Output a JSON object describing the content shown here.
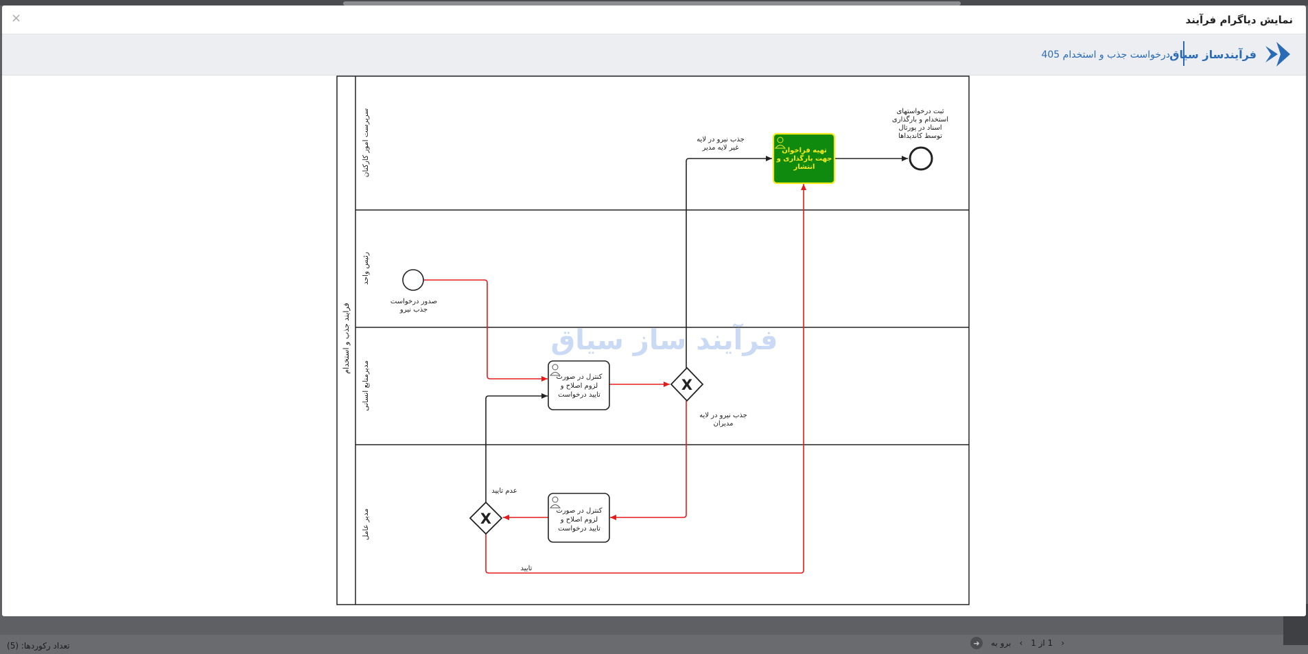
{
  "modal": {
    "title": "نمایش دیاگرام فرآیند",
    "close": "×"
  },
  "brand": {
    "name": "فرآیندساز سیاق",
    "process_title": "درخواست جذب و استخدام 405"
  },
  "diagram": {
    "pool_label": "فرایند جذب و استخدام",
    "watermark": "فرآیند ساز سیاق",
    "lanes": [
      "سرپرست امور کارکنان",
      "رئیس واحد",
      "مدیرمنابع انسانی",
      "مدیر عامل"
    ],
    "start_event_label": [
      "صدور درخواست",
      "جذب نیرو"
    ],
    "task_hr": [
      "کنترل در صورت",
      "لزوم اصلاح و",
      "تایید درخواست"
    ],
    "task_ceo": [
      "کنترل در صورت",
      "لزوم اصلاح و",
      "تایید درخواست"
    ],
    "task_publish": [
      "تهیه فراخوان",
      "جهت بارگذاری و",
      "انتشار"
    ],
    "end_event_label": [
      "ثبت درخواستهای",
      "استخدام و بارگذاری",
      "اسناد در پورتال",
      "توسط کاندیداها"
    ],
    "flow_non_manager": [
      "جذب نیرو در لایه",
      "غیر لایه مدیر"
    ],
    "flow_manager": [
      "جذب نیرو در لایه",
      "مدیران"
    ],
    "flow_reject": "عدم تایید",
    "flow_approve": "تایید",
    "gateway_symbol": "X",
    "colors": {
      "red_flow": "#e31b1b",
      "black_flow": "#222222",
      "publish_fill": "#0f8a0f",
      "publish_border": "#f2ea1d",
      "publish_text": "#f2ea1d",
      "watermark": "#b9cdf0",
      "brand_blue": "#2a6bb5"
    }
  },
  "background_app": {
    "record_count": "تعداد رکوردها: (5)",
    "pager_of": "1 از 1",
    "pager_goto": "برو به"
  }
}
